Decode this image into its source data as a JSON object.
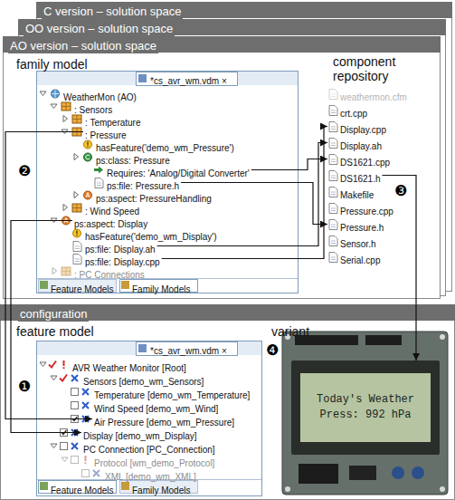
{
  "diagram": {
    "nodes": [
      {
        "text": [
          "C version – solution space"
        ]
      },
      {
        "text": [
          "OO version – solution space"
        ]
      },
      {
        "text": [
          "AO version – solution space",
          "family model",
          "component repository"
        ]
      },
      {
        "text": [
          "*cs_avr_wm.vdm ×",
          "Feature Models",
          "Family Models"
        ],
        "in": 2
      },
      {
        "text": [
          "WeatherMon (AO)"
        ],
        "in": 3
      },
      {
        "text": [
          ": Sensors"
        ],
        "in": 3
      },
      {
        "text": [
          ": Temperature"
        ],
        "in": 3
      },
      {
        "text": [
          ": Pressure"
        ],
        "in": 3
      },
      {
        "text": [
          "hasFeature('demo_wm_Pressure')"
        ],
        "in": 3
      },
      {
        "text": [
          "ps:class: Pressure"
        ],
        "in": 3
      },
      {
        "text": [
          "Requires: 'Analog/Digital Converter'"
        ],
        "in": 3
      },
      {
        "text": [
          "ps:file: Pressure.h"
        ],
        "in": 3
      },
      {
        "text": [
          "ps:aspect: PressureHandling"
        ],
        "in": 3
      },
      {
        "text": [
          ": Wind Speed"
        ],
        "in": 3
      },
      {
        "text": [
          "ps:aspect: Display"
        ],
        "in": 3
      },
      {
        "text": [
          "hasFeature('demo_wm_Display')"
        ],
        "in": 3
      },
      {
        "text": [
          "ps:file: Display.ah"
        ],
        "in": 3
      },
      {
        "text": [
          "ps:file: Display.cpp"
        ],
        "in": 3
      },
      {
        "text": [
          ": PC Connections"
        ],
        "in": 3
      },
      {
        "text": [
          "weathermon.cfm"
        ],
        "in": 2
      },
      {
        "text": [
          "crt.cpp"
        ],
        "in": 2
      },
      {
        "text": [
          "Display.cpp"
        ],
        "in": 2
      },
      {
        "text": [
          "Display.ah"
        ],
        "in": 2
      },
      {
        "text": [
          "DS1621.cpp"
        ],
        "in": 2
      },
      {
        "text": [
          "DS1621.h"
        ],
        "in": 2
      },
      {
        "text": [
          "Makefile"
        ],
        "in": 2
      },
      {
        "text": [
          "Pressure.cpp"
        ],
        "in": 2
      },
      {
        "text": [
          "Pressure.h"
        ],
        "in": 2
      },
      {
        "text": [
          "Sensor.h"
        ],
        "in": 2
      },
      {
        "text": [
          "Serial.cpp"
        ],
        "in": 2
      },
      {
        "text": [
          "configuration",
          "feature model",
          "variant"
        ]
      },
      {
        "text": [
          "*cs_avr_wm.vdm ×",
          "Feature Models",
          "Family Models"
        ],
        "in": 30
      },
      {
        "text": [
          "AVR Weather Monitor [Root]"
        ],
        "in": 31
      },
      {
        "text": [
          "Sensors [demo_wm_Sensors]"
        ],
        "in": 31
      },
      {
        "text": [
          "Temperature [demo_wm_Temperature]"
        ],
        "in": 31
      },
      {
        "text": [
          "Wind Speed [demo_wm_Wind]"
        ],
        "in": 31
      },
      {
        "text": [
          "Air Pressure [demo_wm_Pressure]"
        ],
        "in": 31
      },
      {
        "text": [
          "Display [demo_wm_Display]"
        ],
        "in": 31
      },
      {
        "text": [
          "PC Connection [PC_Connection]"
        ],
        "in": 31
      },
      {
        "text": [
          "Protocol [wm_demo_Protocol]"
        ],
        "in": 31
      },
      {
        "text": [
          "XML [demo_wm_XML]"
        ],
        "in": 31
      },
      {
        "text": [
          "Today's Weather",
          "Press: 992 hPa"
        ],
        "in": 30
      }
    ],
    "edges": [
      {
        "from": 7,
        "to": 36,
        "arrow": "to"
      },
      {
        "from": 14,
        "to": 37,
        "arrow": "to"
      },
      {
        "from": 10,
        "to": 23,
        "arrow": "to"
      },
      {
        "from": 11,
        "to": 27,
        "arrow": "to"
      },
      {
        "from": 16,
        "to": 22,
        "arrow": "to"
      },
      {
        "from": 17,
        "to": 21,
        "arrow": "to"
      },
      {
        "from": 24,
        "to": 41,
        "arrow": "to"
      }
    ],
    "labels": [
      "❷",
      "❸",
      "❶",
      "❹"
    ]
  }
}
